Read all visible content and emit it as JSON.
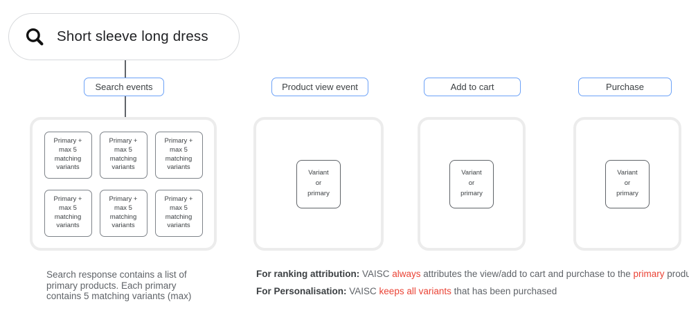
{
  "search_bar": {
    "query": "Short sleeve long dress"
  },
  "event_buttons": {
    "search_events": "Search events",
    "product_view": "Product view event",
    "add_to_cart": "Add to cart",
    "purchase": "Purchase"
  },
  "search_results": {
    "boxes": [
      "Primary +\nmax 5\nmatching\nvariants",
      "Primary +\nmax 5\nmatching\nvariants",
      "Primary +\nmax 5\nmatching\nvariants",
      "Primary +\nmax 5\nmatching\nvariants",
      "Primary +\nmax 5\nmatching\nvariants",
      "Primary +\nmax 5\nmatching\nvariants"
    ]
  },
  "event_boxes": {
    "product_view": "Variant\nor\nprimary",
    "add_to_cart": "Variant\nor\nprimary",
    "purchase": "Variant\nor\nprimary"
  },
  "captions": {
    "search_note": "Search response contains a list of\nprimary products. Each primary\ncontains 5 matching variants (max)",
    "ranking": {
      "bold": "For ranking attribution:",
      "seg1": " VAISC ",
      "red1": "always",
      "seg2": " attributes the view/add to cart and purchase to the ",
      "red2": "primary",
      "seg3": " product."
    },
    "personalisation": {
      "bold": "For Personalisation:",
      "seg1": " VAISC ",
      "red1": "keeps all variants",
      "seg2": " that has been purchased"
    }
  },
  "colors": {
    "accent_blue": "#6ba1f7",
    "highlight_red": "#ea4335",
    "container_border": "#ececec",
    "text_dark": "#3c4043",
    "text_gray": "#5f6368"
  }
}
